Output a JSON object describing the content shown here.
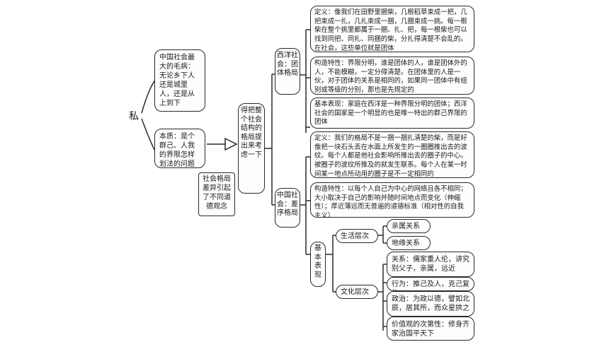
{
  "root": "私",
  "left": {
    "box1": "中国社会最大的毛病：无论乡下人还是城里人，还是从上到下",
    "box2": "本质：是个群己、人我的界限怎样划法的问题",
    "note": "社会格局差异引起了不同道德观念"
  },
  "center": "得把整个社会结构的格局提出来考虑一下",
  "western": {
    "label": "西洋社会：团体格局",
    "definition": "定义：像我们在田野里捆柴，几根稻草束成一把，几把束成一扎，几扎束成一捆，几捆束成一挑。每一根柴在整个挑里都属于一捆、扎、把，每一根柴也可以找到同把、同扎、同捆的柴，分扎得清楚不会乱的。在社会，这些单位就是团体",
    "structure": "构造特性：界限分明，谁是团体的人，谁是团体外的人，不能模糊，一定分得清楚。在团体里的人是一伙，对于团体的关系是相同的，如果同一团体中有组别或等级的分别，那也是先规定的",
    "basic": "基本表现：家庭在西洋是一种界限分明的团体；西洋社会的国家是一个明显的也是唯一特出的群己界限的团体"
  },
  "chinese": {
    "label": "中国社会：差序格局",
    "definition": "定义：我们的格局不是一捆一捆扎清楚的柴，而是好像把一块石头丢在水面上所发生的一圈圈推出去的波纹。每个人都是他社会影响所推出去的圈子的中心。被圈子的波纹所推及的就发生联系。每个人在某一时间某一地点所动用的圈子是不一定相同的",
    "structure": "构造特性：以每个人自己为中心的网络且各不相同；大小取决于自己的影响并随时间地点而变化（伸缩性）；厚近薄远而无普遍的道德标准（相对性的自我主义）",
    "basic_label": "基本表现",
    "life": {
      "label": "生活层次",
      "items": [
        "亲属关系",
        "地缘关系"
      ]
    },
    "culture": {
      "label": "文化层次",
      "items": [
        "关系：儒家重人伦，讲究别父子，亲属，远近",
        "行为：推己及人，克己复礼",
        "政治：为政以德，譬如北辰，居其所，而众星拱之",
        "价值观的次第性：修身齐家治国平天下"
      ]
    }
  }
}
